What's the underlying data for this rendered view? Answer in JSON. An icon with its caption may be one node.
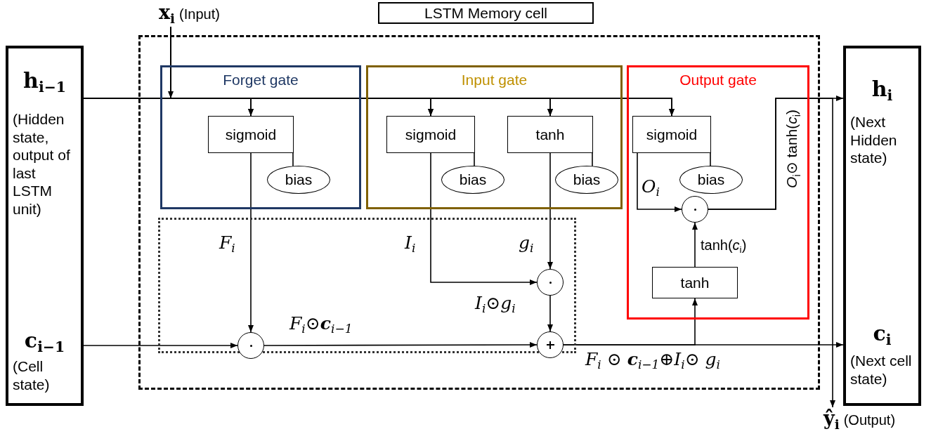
{
  "diagram": {
    "nodes": [
      {
        "text": [
          "LSTM Memory cell"
        ]
      },
      {
        "text": [
          "x$_{i}$",
          "(Input)"
        ]
      },
      {
        "text": [
          "h$_{i−1}$",
          "(Hidden state, output of last LSTM unit)",
          "c$_{i−1}$",
          "(Cell state)"
        ]
      },
      {
        "text": [],
        "shape": "box"
      },
      {
        "text": [
          "Forget gate"
        ],
        "in": 3
      },
      {
        "text": [
          "sigmoid"
        ],
        "in": 4
      },
      {
        "text": [
          "bias"
        ],
        "in": 4
      },
      {
        "text": [
          "Input gate"
        ],
        "in": 3
      },
      {
        "text": [
          "sigmoid"
        ],
        "in": 7
      },
      {
        "text": [
          "bias"
        ],
        "in": 7
      },
      {
        "text": [
          "tanh"
        ],
        "in": 7
      },
      {
        "text": [
          "bias"
        ],
        "in": 7
      },
      {
        "text": [
          "Output gate"
        ],
        "in": 3
      },
      {
        "text": [
          "sigmoid"
        ],
        "in": 12
      },
      {
        "text": [
          "bias"
        ],
        "in": 12
      },
      {
        "text": [],
        "shape": "circle",
        "in": 12
      },
      {
        "text": [
          "tanh"
        ],
        "in": 12
      },
      {
        "text": [],
        "shape": "box",
        "in": 3
      },
      {
        "text": [],
        "shape": "circle",
        "in": 17
      },
      {
        "text": [],
        "shape": "circle",
        "in": 17
      },
      {
        "text": [],
        "shape": "circle",
        "in": 17
      },
      {
        "text": [
          "h$_{i}$",
          "(Next Hidden state)",
          "c$_{i}$",
          "(Next cell state)"
        ]
      },
      {
        "text": [
          "ŷ$_{i}$",
          "(Output)"
        ]
      }
    ],
    "edges": [
      {
        "from": 2,
        "to": 5,
        "arrow": "to"
      },
      {
        "from": 2,
        "to": 8,
        "arrow": "to"
      },
      {
        "from": 2,
        "to": 10,
        "arrow": "to"
      },
      {
        "from": 2,
        "to": 13,
        "arrow": "to"
      },
      {
        "from": 1,
        "to": 5,
        "arrow": "to"
      },
      {
        "from": 1,
        "to": 8,
        "arrow": "to"
      },
      {
        "from": 1,
        "to": 10,
        "arrow": "to"
      },
      {
        "from": 1,
        "to": 13,
        "arrow": "to"
      },
      {
        "from": 5,
        "to": 6,
        "arrow": "none"
      },
      {
        "from": 8,
        "to": 9,
        "arrow": "none"
      },
      {
        "from": 10,
        "to": 11,
        "arrow": "none"
      },
      {
        "from": 13,
        "to": 14,
        "arrow": "none"
      },
      {
        "from": 5,
        "to": 18,
        "arrow": "to",
        "label": "F$_{i}$"
      },
      {
        "from": 8,
        "to": 19,
        "arrow": "to",
        "label": "I$_{i}$"
      },
      {
        "from": 10,
        "to": 19,
        "arrow": "to",
        "label": "g$_{i}$"
      },
      {
        "from": 2,
        "to": 18,
        "arrow": "to"
      },
      {
        "from": 18,
        "to": 20,
        "arrow": "to",
        "label": "F$_{i}$⊙**c**$_{i−1}$"
      },
      {
        "from": 19,
        "to": 20,
        "arrow": "to",
        "label": "I$_{i}$⊙g$_{i}$"
      },
      {
        "from": 20,
        "to": 21,
        "arrow": "to",
        "label": "F$_{i}$ ⊙ **c**$_{i−1}$⊕I$_{i}$⊙ g$_{i}$"
      },
      {
        "from": 20,
        "to": 16,
        "arrow": "to"
      },
      {
        "from": 13,
        "to": 15,
        "arrow": "to",
        "label": "O$_{i}$"
      },
      {
        "from": 16,
        "to": 15,
        "arrow": "to",
        "label": "tanh(*c*$_{i}$)"
      },
      {
        "from": 15,
        "to": 21,
        "arrow": "to",
        "label": "*O*$_{i}$⊙ tanh(*c*$_{i}$)"
      },
      {
        "from": 15,
        "to": 22,
        "arrow": "to"
      }
    ]
  }
}
